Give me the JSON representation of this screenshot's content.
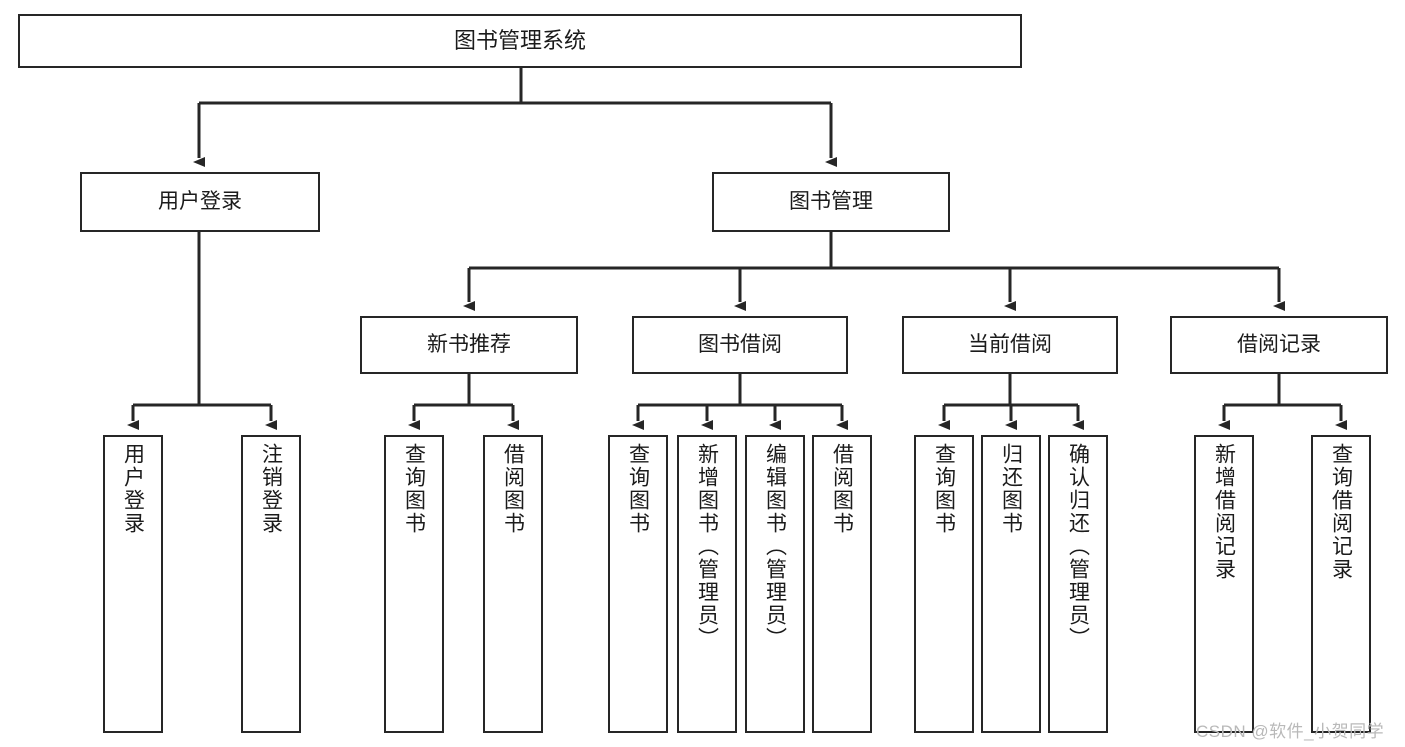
{
  "diagram": {
    "type": "tree-hierarchy",
    "title": "图书管理系统",
    "watermark": "CSDN @软件_小贺同学",
    "colors": {
      "stroke": "#262626",
      "fill": "#ffffff",
      "text": "#1b1b1b",
      "watermark": "#b9b9b9"
    },
    "levels": {
      "root": {
        "label": "图书管理系统"
      },
      "level2": [
        {
          "label": "用户登录"
        },
        {
          "label": "图书管理"
        }
      ],
      "level3": [
        {
          "label": "新书推荐"
        },
        {
          "label": "图书借阅"
        },
        {
          "label": "当前借阅"
        },
        {
          "label": "借阅记录"
        }
      ],
      "leaves": [
        {
          "label": "用户登录",
          "parent": "用户登录"
        },
        {
          "label": "注销登录",
          "parent": "用户登录"
        },
        {
          "label": "查询图书",
          "parent": "新书推荐"
        },
        {
          "label": "借阅图书",
          "parent": "新书推荐"
        },
        {
          "label": "查询图书",
          "parent": "图书借阅"
        },
        {
          "label": "新增图书（管理员）",
          "parent": "图书借阅"
        },
        {
          "label": "编辑图书（管理员）",
          "parent": "图书借阅"
        },
        {
          "label": "借阅图书",
          "parent": "图书借阅"
        },
        {
          "label": "查询图书",
          "parent": "当前借阅"
        },
        {
          "label": "归还图书",
          "parent": "当前借阅"
        },
        {
          "label": "确认归还（管理员）",
          "parent": "当前借阅"
        },
        {
          "label": "新增借阅记录",
          "parent": "借阅记录"
        },
        {
          "label": "查询借阅记录",
          "parent": "借阅记录"
        }
      ]
    }
  }
}
